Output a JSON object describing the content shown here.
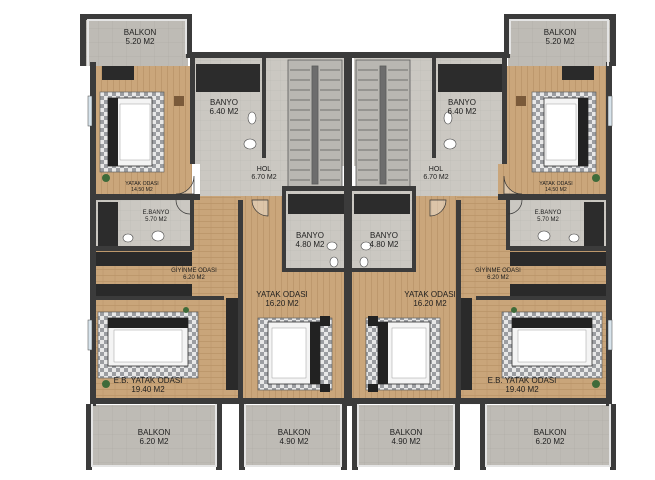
{
  "rooms": {
    "balkon_tl": {
      "name": "BALKON",
      "area": "5.20 M2"
    },
    "balkon_tr": {
      "name": "BALKON",
      "area": "5.20 M2"
    },
    "banyo_l": {
      "name": "BANYO",
      "area": "6.40 M2"
    },
    "banyo_r": {
      "name": "BANYO",
      "area": "6.40 M2"
    },
    "yatak_odasi_l": {
      "name": "YATAK ODASI",
      "area": "14.50 M2"
    },
    "yatak_odasi_r": {
      "name": "YATAK ODASI",
      "area": "14.50 M2"
    },
    "hol_l": {
      "name": "HOL",
      "area": "6.70 M2"
    },
    "hol_r": {
      "name": "HOL",
      "area": "6.70 M2"
    },
    "ebanyo_l": {
      "name": "E.BANYO",
      "area": "5.70 M2"
    },
    "ebanyo_r": {
      "name": "E.BANYO",
      "area": "5.70 M2"
    },
    "banyo_cl": {
      "name": "BANYO",
      "area": "4.80 M2"
    },
    "banyo_cr": {
      "name": "BANYO",
      "area": "4.80 M2"
    },
    "giyinme_l": {
      "name": "GİYİNME ODASI",
      "area": "6.20 M2"
    },
    "giyinme_r": {
      "name": "GİYİNME ODASI",
      "area": "6.20 M2"
    },
    "yatak_big_l": {
      "name": "YATAK ODASI",
      "area": "16.20 M2"
    },
    "yatak_big_r": {
      "name": "YATAK ODASI",
      "area": "16.20 M2"
    },
    "eb_yatak_l": {
      "name": "E.B. YATAK ODASI",
      "area": "19.40 M2"
    },
    "eb_yatak_r": {
      "name": "E.B. YATAK ODASI",
      "area": "19.40 M2"
    },
    "balkon_bl1": {
      "name": "BALKON",
      "area": "6.20 M2"
    },
    "balkon_bl2": {
      "name": "BALKON",
      "area": "4.90 M2"
    },
    "balkon_br2": {
      "name": "BALKON",
      "area": "4.90 M2"
    },
    "balkon_br1": {
      "name": "BALKON",
      "area": "6.20 M2"
    }
  },
  "colors": {
    "wall": "#3b3b3b",
    "wood_floor": "#c9a57a",
    "tile_floor": "#c9c6c0",
    "balcony_floor": "#bdbab4",
    "stair": "#9a9a9a",
    "furniture_dark": "#222222",
    "rug": "#8d8f93"
  }
}
